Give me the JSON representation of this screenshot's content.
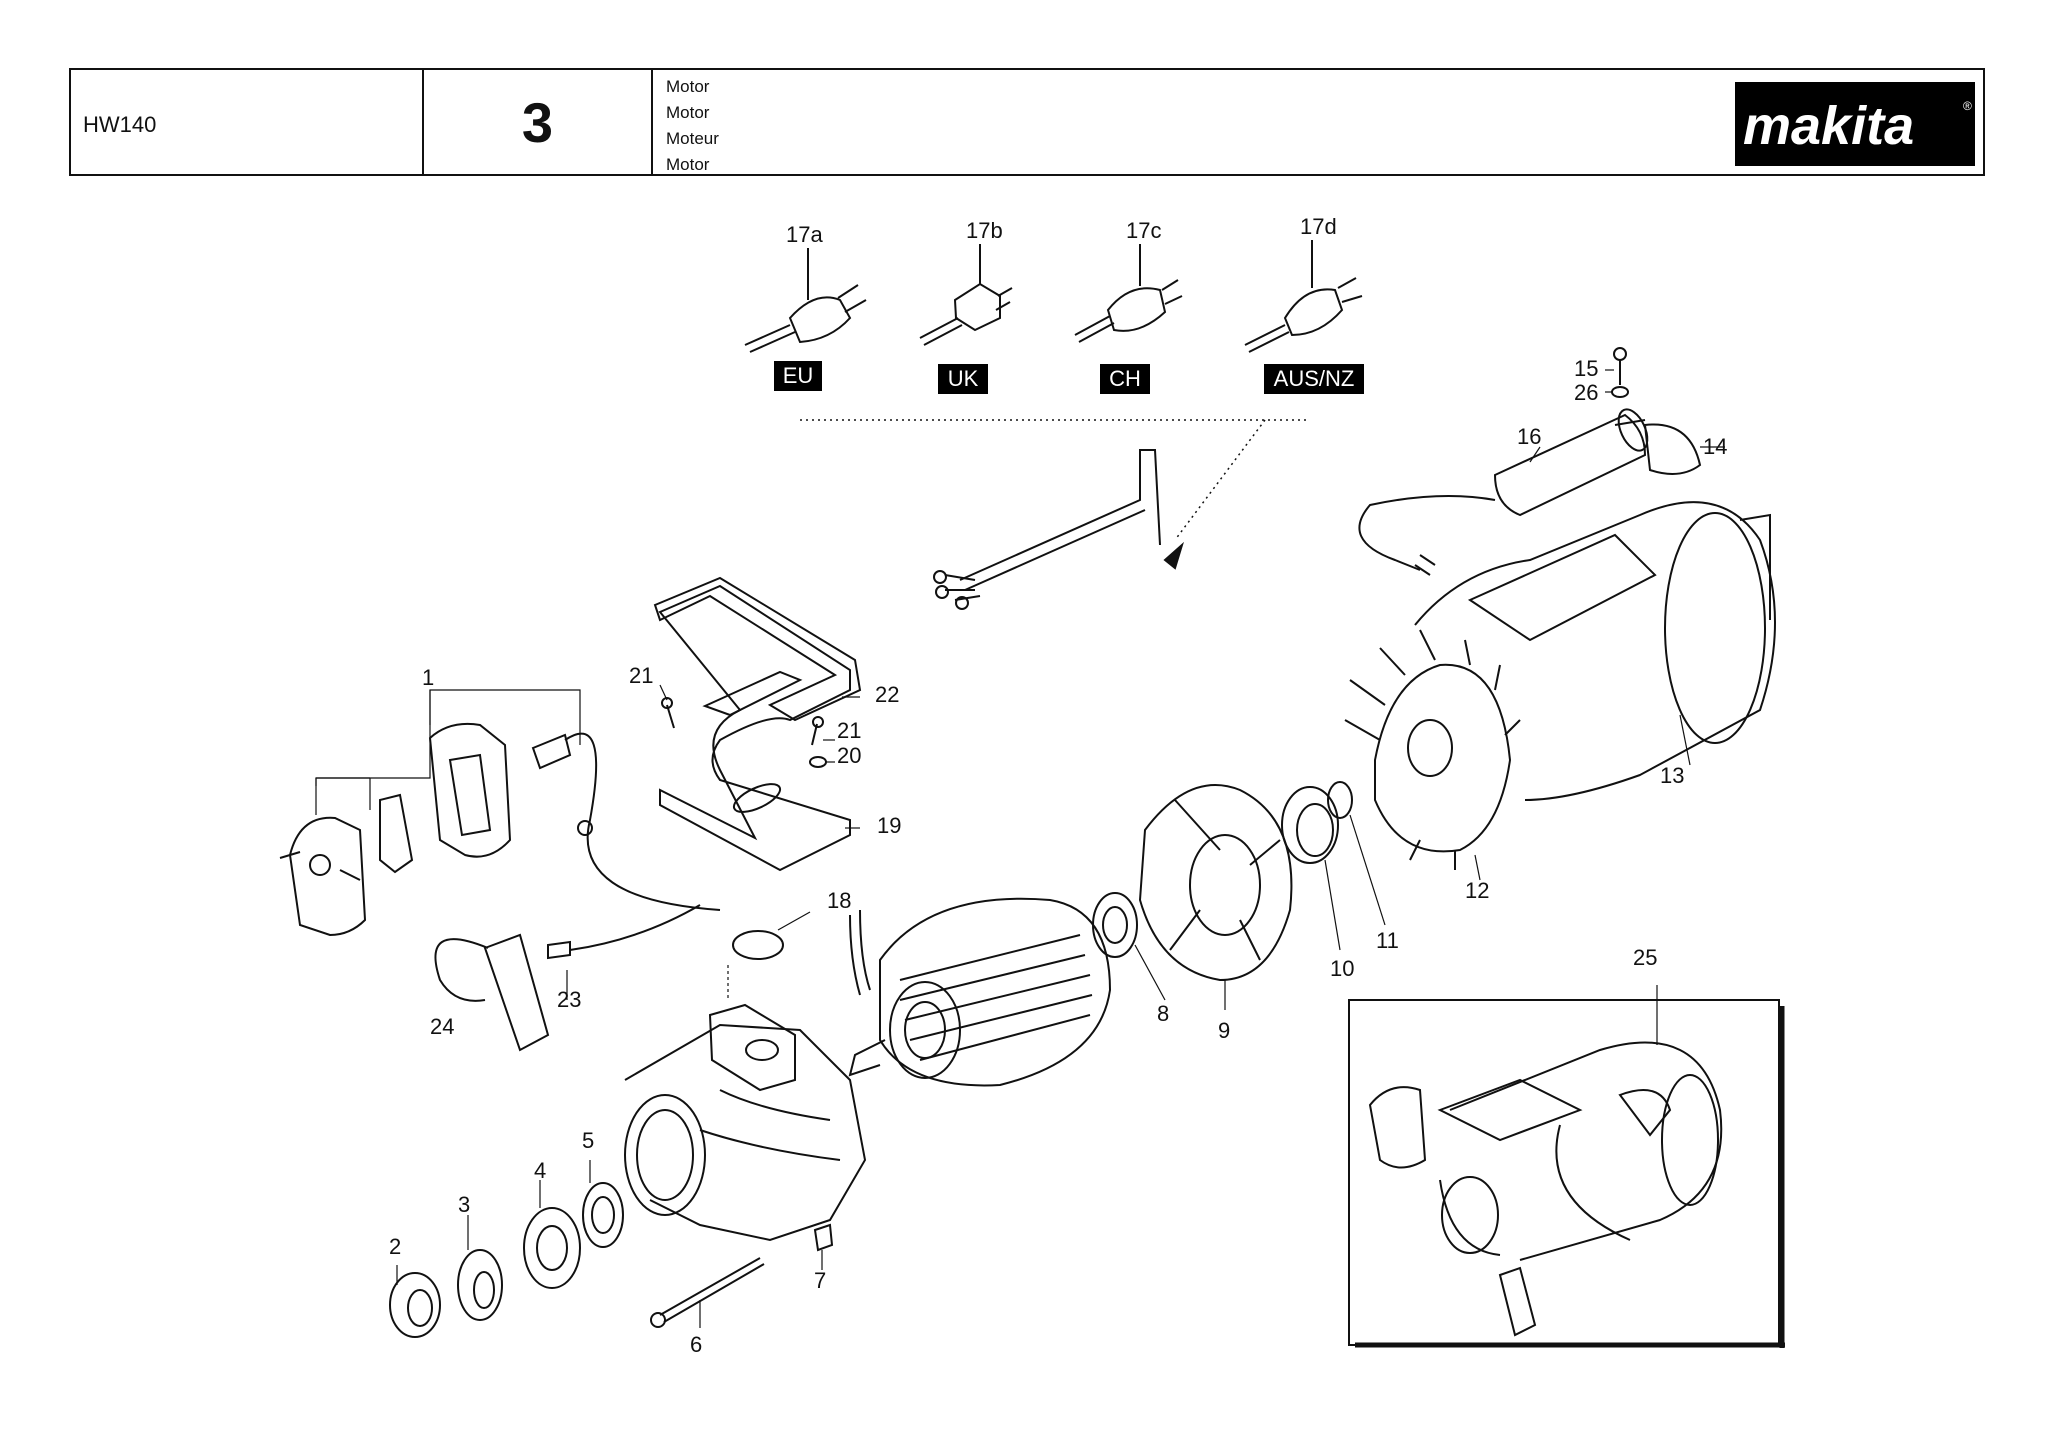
{
  "header": {
    "model": "HW140",
    "page_number": "3",
    "titles": [
      "Motor",
      "Motor",
      "Moteur",
      "Motor"
    ],
    "brand": "makita",
    "brand_mark": "®"
  },
  "plugs": [
    {
      "id": "17a",
      "tag": "EU"
    },
    {
      "id": "17b",
      "tag": "UK"
    },
    {
      "id": "17c",
      "tag": "CH"
    },
    {
      "id": "17d",
      "tag": "AUS/NZ"
    }
  ],
  "callouts": [
    "1",
    "2",
    "3",
    "4",
    "5",
    "6",
    "7",
    "8",
    "9",
    "10",
    "11",
    "12",
    "13",
    "14",
    "15",
    "16",
    "18",
    "19",
    "20",
    "21",
    "21",
    "22",
    "23",
    "24",
    "25",
    "26"
  ]
}
